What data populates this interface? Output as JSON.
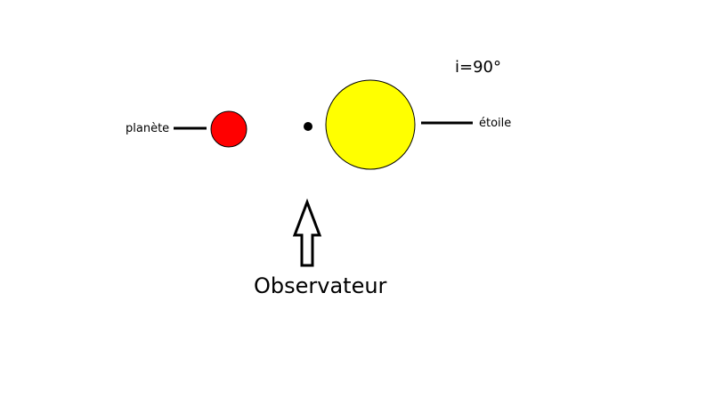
{
  "diagram": {
    "inclination_label": "i=90°",
    "planet_label": "planète",
    "star_label": "étoile",
    "observer_label": "Observateur"
  },
  "colors": {
    "background": "#ffffff",
    "planet": "#ff0000",
    "star": "#ffff00",
    "outline": "#000000",
    "center_point": "#000000"
  }
}
